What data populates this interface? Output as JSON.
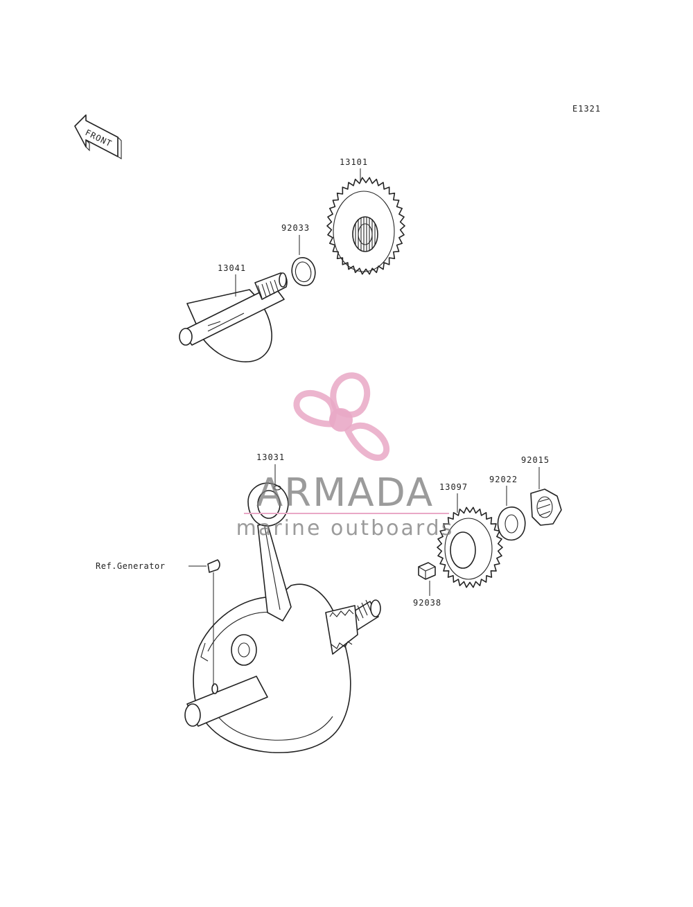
{
  "diagram": {
    "code": "E1321",
    "front_label": "FRONT",
    "reference_label": "Ref.Generator",
    "parts": [
      {
        "id": "gear-13101",
        "number": "13101"
      },
      {
        "id": "ring-92033",
        "number": "92033"
      },
      {
        "id": "shaft-13041",
        "number": "13041"
      },
      {
        "id": "rod-13031",
        "number": "13031"
      },
      {
        "id": "gear-13097",
        "number": "13097"
      },
      {
        "id": "washer-92022",
        "number": "92022"
      },
      {
        "id": "nut-92015",
        "number": "92015"
      },
      {
        "id": "key-92038",
        "number": "92038"
      }
    ]
  },
  "watermark": {
    "name": "ARMADA",
    "tagline": "marine outboards",
    "color": "#e9a8c6"
  }
}
